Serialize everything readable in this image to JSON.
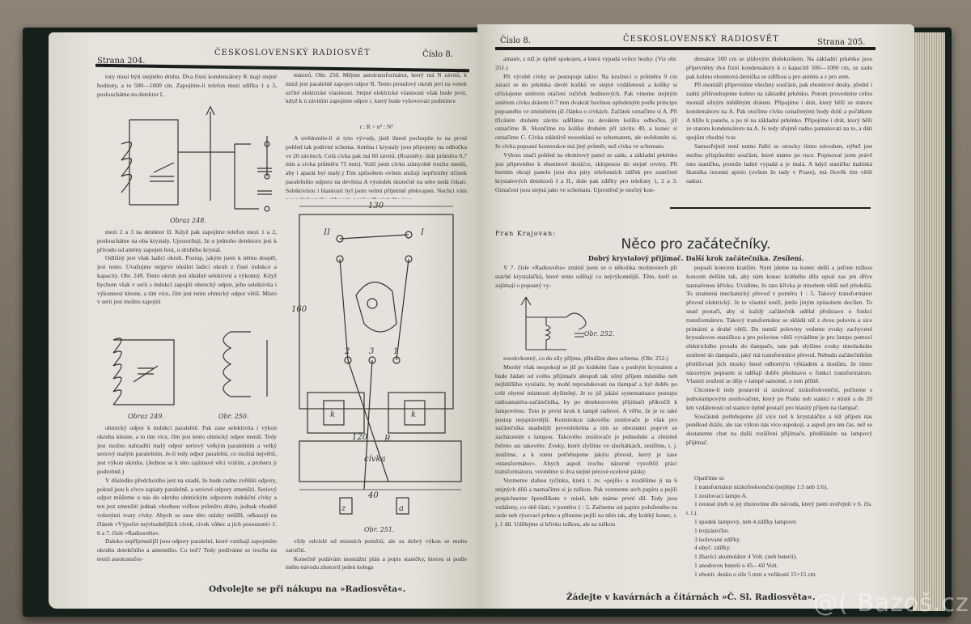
{
  "left_page": {
    "page_label": "Strana 204.",
    "journal_title": "ČESKOSLOVENSKÝ RADIOSVĚT",
    "issue_label": "Číslo 8.",
    "col1_top": [
      "tory musí býti stejného druhu. Dva fixní kondensátory K mají stejné hodnoty, a to 500—1000 cm. Zapojíme-li telefon mezi zdířku 1 a 3, posloucháme na detektor I,"
    ],
    "fig248_caption": "Obraz 248.",
    "col1_mid": [
      "mezi 2 a 3 na detektor II. Když pak zapojíme telefon mezi 1 a 2, posloucháme na oba krystaly. Upozorňuji, že u jednoho detektoru jest k přívodu od antény zapojen hrot, u druhého krystal.",
      "Odlišný jest však ladicí okruh. Postup, jakým jsem k němu dospěl, jest tento. Uvažujme nejprve ideální ladicí okruh z čisté indukce a kapacity. Obr. 249. Tento okruh jest ideálně selektivní a výkonný. Když bychom však v serii s indukcí zapojili ohmický odpor, jeho selektivita i výkonnost klesne, a tím více, čím jest tento ohmický odpor větší. Místo v serii jest možno zapojiti"
    ],
    "fig249_caption": "Obraz 249.",
    "fig250_caption": "Obr. 250.",
    "col1_bottom": [
      "ohmický odpor k indukci paralelně. Pak zase selektivita i výkon okruhu klesne, a to tím více, čím jest tento ohmický odpor menší. Tedy jest možno nahraditi malý odpor seriový velkým paralelním a velký seriový malým paralelním. Je-li tedy odpor paralelní, co možná největší, jest výkon okruhu. (Jednou se k této zajímavé věci vrátím, a proberu ji podrobně.)",
      "V důsledku předchozího jest na snadě, že bude radno zvětšiti odpory, pokud jsou k cívce zapiaty paralelně, a seriové odpory zmenšiti. Seriový odpor můžeme u nás do okruhu ohmickým odporem indukční cívky a ten jest zmenšiti jednak vhodnou volbou průměru drátu, jednak vhodně volenými tvary cívky. Abych se zase této otázky nešířil, odkazuji na článek »Výpočet nejvhodnějších cívek, cívek vůbec a jich posouzení« č. 6 a 7. čísle »Radiosvěta«.",
      "Daleko nepříjemnější jsou odpory paralelní, které vznikají zapojením okruhu detekčního a antenního. Co teď? Tedy podíváme se trochu na teorii autotransfor-"
    ],
    "col2_top": [
      "mátorů. Obr. 250. Mějme autotransformátor, který má N závitů, k nimž jest paralelně zapojen odpor R. Tento proudový okruh jeví na venek určité elektrické vlastnosti. Stejné elektrické vlastnosti však bude jevit, když k n závitům zapojíme odpor r, který bude vyhovovati podmínce"
    ],
    "formula": "r : R = n² : N²",
    "col2_top2": [
      "A uvědomíte-li si tyto vývody, jistě ihned pochopíte to na první pohled tak podivné schema. Anténa i krystaly jsou připojeny na odbočku ve 20 závitech. Celá cívka pak má 60 závitů. (Rozměry: drát průměru 0,7 mm a cívka průměru 75 mm). Volil jsem cívku zúmyslně trochu menší, aby i aparát byl malý.) Tím způsobem ovšem snižuji nepřízníbý účinek paralelního odporu na devítina A výsledek skutečně na sebe nedá čekati. Selektivitou i hlasitostí byl jsem velmi příjemně překvapen. Nechci vám nic světaborného slibovati, poněvadž výsledky jsou"
    ],
    "fig251_caption": "Obr. 251.",
    "fig251_labels": {
      "coil": "cívka",
      "k": "k",
      "z": "z",
      "a": "a",
      "l1": "I",
      "l2": "II",
      "n1": "1",
      "n2": "2",
      "n3": "3",
      "w": "130",
      "h": "160",
      "w2": "120",
      "s": "40",
      "r": "R"
    },
    "col2_bottom": [
      "vždy odvislé od místních poměrů, ale za dobrý výkon se mohu zaručiti.",
      "Konečně podávám montážní plán a popis staničky, kterou si podle mého návodu zhotovil jeden kolega"
    ],
    "footer": "Odvolejte se při nákupu na »Radiosvěta«."
  },
  "right_page": {
    "issue_label": "Číslo 8.",
    "journal_title": "ČESKOSLOVENSKÝ RADIOSVĚT",
    "page_label": "Strana 205.",
    "col1_top": [
      "amatér, s níž je úplně spokojen, a která vypadá velice hezky. (Viz obr. 251.)",
      "Při výrobě cívky se postupuje takto: Na kružnici o průměru 9 cm zarazí se do prkénka devět kolíků ve stejné vzdálenosti a kolíky si očíslujeme směrem otáčení ručiček hodinových. Pak vineme stejným směrem cívku drátem 0.7 mm dvakrát bavlnou opředeným podle principu popsaného ve zmíněném již článku o cívkách. Začátek označíme si A. Při třicátém druhém závitu uděláme na devátém kolíku odbočku, již označíme B. Skončíme na kolíku druhém při závitu 49, a konec si označíme C. Cívka zdánlivě nesouhlasí se schematem, ale uvědomíte si, že cívka popsané konstrukce má jiný průměr, než cívka ve schematu.",
      "Výkres značí pohled na ebonitový panel ze zadu, a základní prkénko jest připevněno k ebonitové destičce, sklopenou do stejné roviny. Při horním okraji panelu jsou dva páry telefonních zdířek pro zastrčení krystalových detektorů I a II., dole pak zdířky pro telefony 1, 2 a 3. Označení jsou stejná jako ve schematu. Uprostřed je otočný kon-"
    ],
    "col2_top": [
      "densátor 500 cm se slídovým dielektrikem. Na základní prkénko jsou připevněny dva fixní kondensátory k o kapacitě 500—1000 cm, ze zadu pak kolmo ebonitová destička se zdířkou a pro anténu a z pro zem.",
      "Při montáži připevníme všechny součásti, pak ebonitové desky, přední i zadní přišroubujeme kolmo na základní prkénko. Potom provedeme celou montáž silným měděným drátem. Připojíme i drát, který běží ze statoru kondensátoru na A. Pak otočíme cívku označenými body dolů a počátkem A blíže k panelu, a po té na základní prkénko. Připojíme i drát, který běží ze statoru kondensátoru na A. Je tedy zřejmě radno pamatovati na to, a dáti spojům vhodný tvar.",
      "Samozřejmě není nutno řiditi se otrocky tímto návodem, nýbrž jest možno přizpůsobiti součásti, které máme po ruce. Popisoval jsem právě tuto staničku, protože ladné vypadá a je malá. A když staničku malinká škatulka rezonní apislo (ovšem že tady v Praze), má člověk tím větší radost."
    ],
    "author": "Fran Krajovan:",
    "article_title": "Něco pro začátečníky.",
    "article_subtitle": "Dobrý krystalový přijímač. Další krok začátečníka. Zesílení.",
    "art_col1_top": [
      "V 7. čísle »Radiosvěta« zmínil jsem se o několika možnostech při stavbě krystaláčků, které tento udělají co nejvýkonnější. Těm, kteří se zajímají o popsaný vy-"
    ],
    "fig252_caption": "Obr. 252.",
    "art_col1_bottom": [
      "socekvkonný, co do síly příjmu, přinášim dnes schema. (Obr. 252.)",
      "Mnohý však nespokojí se již po krátkém čase s pouhým krystalem a bude žádati od svého přijímače alespoň tak silný příjem místního neb nejbližšího vysilače, by mohl reprodukovati na tlampač a byl dobře po celé obytné místnosti slyšitelný. Je to již jakási systematisace postupu radioamatéra-začátečníka, by po detektorovém přijímači přikročil k lampovému. Toto je první krok k lampě radiové. A věřte, že je to také postup nejsprávnější. Konstrukce takového zesilovače je však pro začátečníka snadnější provedeltelna a tím se obeznámí poprvé se zacházením s lampou. Takového zesilovače je jednoduše a zřetelně řečeno asi takovéto: Zvuky, které slyšíme ve sluchátkách, zesílíme, t. j. zesílíme, a k tomu potřebujeme jakýsi převod, který je zase »transformátor«. Abych aspoň trochu názorně vysvětlil práci transformátoru, vezměme si dva stejné pérové ocelové pásky.",
      "Vezmeme slabou tyčinku, která t. zv. »pejili« a rozdělíme ji na 6 stejných dílů a naznačíme si je tužkou. Pak vezmeme arch papíru a pejili propichneme špendlíkem v místě, kde máme první díl. Tedy jsou vzdáleny, co obě části, v poměru 1 : 5. Začneme od papíru položeného na stole neb rýsovací prkno a přineme pejili na něm tak, aby krátký konec, t. j. 1 díl. Udělejme si křivku tužkou, ale za tužkou"
    ],
    "art_col2_top": [
      "popsali koncem kratším. Nyní jdeme na konec delší a jeďme tužkou koncem delším tak, aby nám konec krátkého dílu opsal zas jen dříve naznačenou křivku. Uvidíme, že tato křivka je mnohem větší než předešlá. To znamená mechanický převod v poměru 1 : 5. Takový transformátor převod elektrický. Je to vlastně totéž, jenže jiným způsobem docílen. To snad postačí, aby si každý začátečník udělal představu o funkci transformátoru. Takový transformátor se skládá též z dvou polovin a sice primární a druhé větší. Do menší poloviny vedeme zvuky zachycené krystalovou staničkou a pro polovinu větší vyvádíme je pro lampu pomocí elektrického proudu do tlampače, tam pak slyšíme zvuky mnohokráte zesílené do tlampače, jaký má transformátor převod. Nebudu začátečníkům přetěžovati jich mozky hned odborným výkladem a doufám, že tímto názorným popisem si udělají dobře představu o funkci transformátoru. Vlastní zesílení se děje v lampě samotné, o tom příště.",
      "Chceme-li tedy postaviti si zesilovač nízkofrekvenční, počneme s jednolampovým zesilovačem, který po Prahu neb stanici v místě a do 20 km vzdálenosti od stanice úplně postačí pro hlasitý příjem na tlampač.",
      "Součástek potřebujeme již více než k krystaláčku a též příjem nás poněkud dráže, ale zas výkon nás více uspokojí, a aspoň pro ten čas, než se dostaneme chut na další rozšíření přijímače, předěláním na lampový přijímač."
    ],
    "parts_intro": "Opatříme si:",
    "parts": [
      "1 transformátor nízkofrekvenční (nejlépe 1:5 neb 1:6).",
      "1 zesilovací lampu A.",
      "1 reostat (neb si jej zhotovíme dle návodu, který jsem uveřejnil v 6. čís. t. l.).",
      "1 spodek lampový, neb 4 zdířky lampové.",
      "1 trojzástrčku.",
      "3 isolované zdířky.",
      "4 obyč. zdířky.",
      "1 žhavicí akumulátor 4 Volt. (neb baterii).",
      "1 anodovou baterii o 45—60 Volt.",
      "1 ebonit. desku o síle 5 mm a velikosti 15×15 cm."
    ],
    "footer": "Žádejte v kavárnách a čítárnách »Č. Sl. Radiosvěta«."
  },
  "watermark": "@( Bazoš.cz",
  "colors": {
    "paper": "#e4e2da",
    "ink": "#2a2a28",
    "cover": "#16201a",
    "background": "#7d7367"
  }
}
